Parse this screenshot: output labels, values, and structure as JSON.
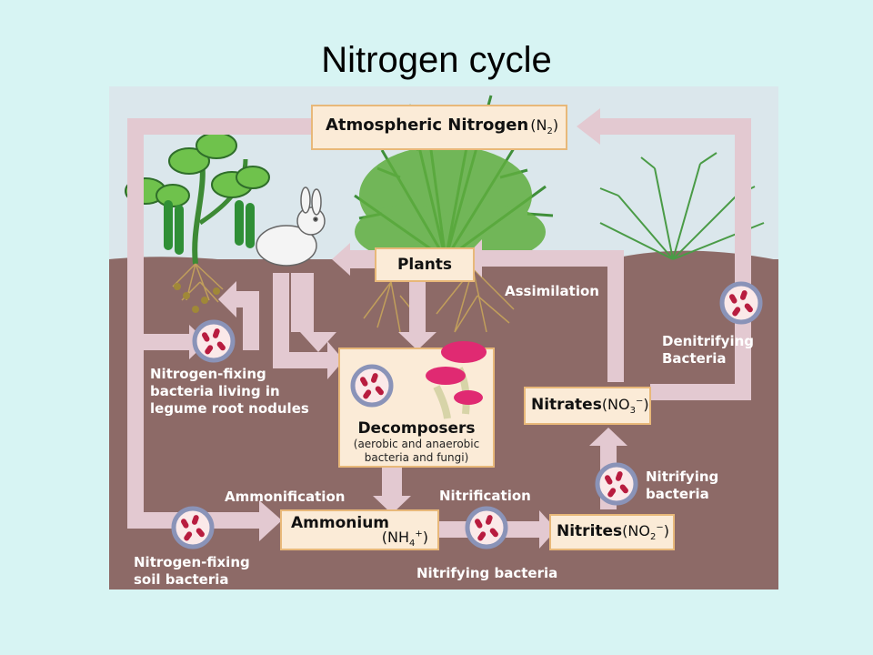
{
  "slide": {
    "title": "Nitrogen cycle"
  },
  "boxes": {
    "atmospheric": {
      "name": "Atmospheric Nitrogen",
      "formula_pre": "(N",
      "formula_sub": "2",
      "formula_post": ")"
    },
    "plants": {
      "name": "Plants"
    },
    "decomposers": {
      "name": "Decomposers",
      "desc": "(aerobic and anaerobic bacteria and fungi)"
    },
    "ammonium": {
      "name": "Ammonium",
      "formula_pre": "(NH",
      "formula_sub": "4",
      "formula_sup": "+",
      "formula_post": ")"
    },
    "nitrites": {
      "name": "Nitrites",
      "formula_pre": "(NO",
      "formula_sub": "2",
      "formula_sup": "−",
      "formula_post": ")"
    },
    "nitrates": {
      "name": "Nitrates",
      "formula_pre": "(NO",
      "formula_sub": "3",
      "formula_sup": "−",
      "formula_post": ")"
    }
  },
  "labels": {
    "assimilation": "Assimilation",
    "denitrifying": "Denitrifying\nBacteria",
    "nodules": "Nitrogen-fixing\nbacteria living in\nlegume root nodules",
    "ammonification": "Ammonification",
    "nitrification": "Nitrification",
    "nitrifying_bacteria_side": "Nitrifying\nbacteria",
    "soil_bacteria": "Nitrogen-fixing\nsoil bacteria",
    "nitrifying_bacteria_bottom": "Nitrifying bacteria"
  },
  "colors": {
    "sky": "#dbe7ec",
    "soil": "#8d6a67",
    "arrow": "#e3c9d1",
    "box_fill": "#fbebd7",
    "box_border": "#e8b879",
    "bacteria": "#b81c3f",
    "bacteria_ring": "#8a93b8"
  },
  "icons": [
    "rabbit-icon",
    "bean-plant-icon",
    "grass-icon",
    "mushroom-icon",
    "bacteria-icon"
  ]
}
